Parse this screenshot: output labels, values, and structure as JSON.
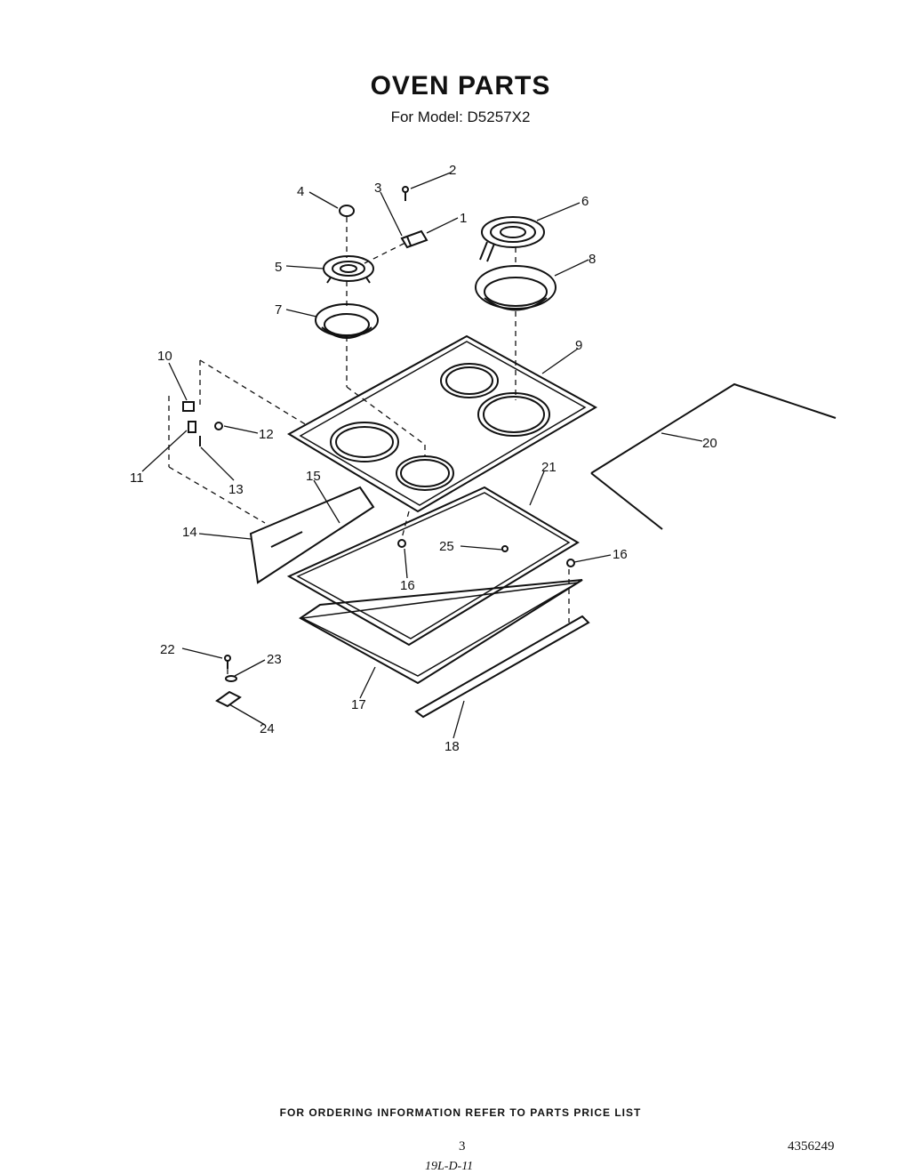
{
  "header": {
    "title": "OVEN PARTS",
    "subtitle": "For Model: D5257X2"
  },
  "callouts": [
    "1",
    "2",
    "3",
    "4",
    "5",
    "6",
    "7",
    "8",
    "9",
    "10",
    "11",
    "12",
    "13",
    "14",
    "15",
    "16",
    "16",
    "17",
    "18",
    "20",
    "21",
    "22",
    "23",
    "24",
    "25"
  ],
  "footer": {
    "note": "FOR ORDERING INFORMATION REFER TO PARTS PRICE LIST",
    "page_number": "3",
    "doc_number": "4356249",
    "handwritten": "19L-D-11"
  }
}
